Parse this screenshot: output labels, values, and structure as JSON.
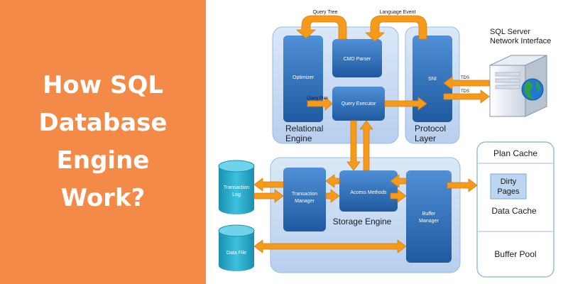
{
  "headline": {
    "lines": [
      "How SQL",
      "Database",
      "Engine",
      "Work?"
    ]
  },
  "diagram": {
    "relational_engine": {
      "label_line1": "Relational",
      "label_line2": "Engine"
    },
    "optimizer": "Optimizer",
    "cmd_parser": "CMD Parser",
    "query_executor": "Query Executor",
    "query_tree": "Query Tree",
    "language_event": "Language Event",
    "query_plan": "Query Plan",
    "protocol_layer": {
      "label_line1": "Protocol",
      "label_line2": "Layer"
    },
    "sni": "SNI",
    "tds_in": "TDS",
    "tds_out": "TDS",
    "sql_server_ni": {
      "label_line1": "SQL Server",
      "label_line2": "Network Interface"
    },
    "storage_engine": "Storage Engine",
    "transaction_manager": {
      "label_line1": "Transaction",
      "label_line2": "Manager"
    },
    "access_methods": "Access Methods",
    "buffer_manager": {
      "label_line1": "Buffer",
      "label_line2": "Manager"
    },
    "transaction_log": {
      "label_line1": "Transaction",
      "label_line2": "Log"
    },
    "data_file": "Data File",
    "plan_cache": "Plan Cache",
    "dirty_pages": {
      "label_line1": "Dirty",
      "label_line2": "Pages"
    },
    "data_cache": "Data Cache",
    "buffer_pool": "Buffer Pool"
  },
  "colors": {
    "orange_panel": "#f38a47",
    "container": "#c7dbf2",
    "module_blue": "#2f6eb7",
    "arrow_orange": "#f59a1b",
    "cylinder_teal": "#2aa9c9"
  }
}
